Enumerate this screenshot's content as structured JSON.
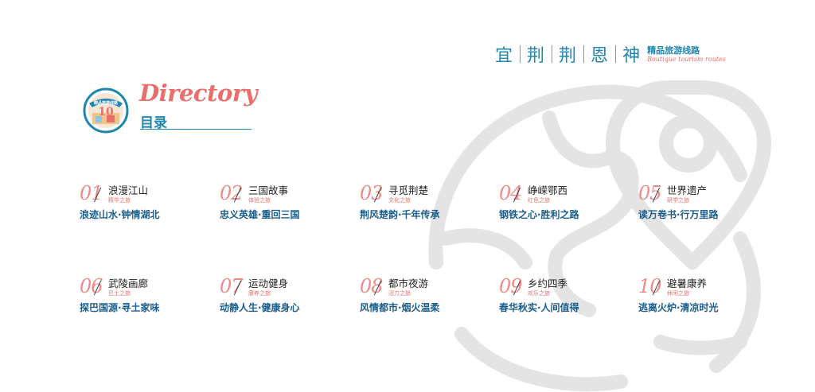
{
  "brand": {
    "chars": [
      "宜",
      "荆",
      "荆",
      "恩",
      "神"
    ],
    "subtitle_cn": "精品旅游线路",
    "subtitle_en": "Boutique tourism routes"
  },
  "header": {
    "title_en": "Directory",
    "title_cn": "目录",
    "badge_text": "精品旅游线路",
    "badge_number": "10"
  },
  "items": [
    {
      "num": "01",
      "category": "浪漫江山",
      "sub": "精华之旅",
      "slogan": "浪迹山水·钟情湖北"
    },
    {
      "num": "02",
      "category": "三国故事",
      "sub": "体验之旅",
      "slogan": "忠义英雄·重回三国"
    },
    {
      "num": "03",
      "category": "寻觅荆楚",
      "sub": "文化之旅",
      "slogan": "荆风楚韵·千年传承"
    },
    {
      "num": "04",
      "category": "峥嵘鄂西",
      "sub": "红色之旅",
      "slogan": "钢铁之心·胜利之路"
    },
    {
      "num": "05",
      "category": "世界遗产",
      "sub": "研学之旅",
      "slogan": "读万卷书·行万里路"
    },
    {
      "num": "06",
      "category": "武陵画廊",
      "sub": "巴土之旅",
      "slogan": "探巴国源·寻土家味"
    },
    {
      "num": "07",
      "category": "运动健身",
      "sub": "康养之旅",
      "slogan": "动静人生·健康身心"
    },
    {
      "num": "08",
      "category": "都市夜游",
      "sub": "活力之旅",
      "slogan": "风情都市·烟火温柔"
    },
    {
      "num": "09",
      "category": "乡约四季",
      "sub": "欢乐之旅",
      "slogan": "春华秋实·人间值得"
    },
    {
      "num": "10",
      "category": "避暑康养",
      "sub": "休闲之旅",
      "slogan": "逃离火炉·清凉时光"
    }
  ],
  "colors": {
    "accent_blue": "#1f86b0",
    "accent_coral": "#e86f6c",
    "slogan_blue": "#1a5d8a"
  }
}
